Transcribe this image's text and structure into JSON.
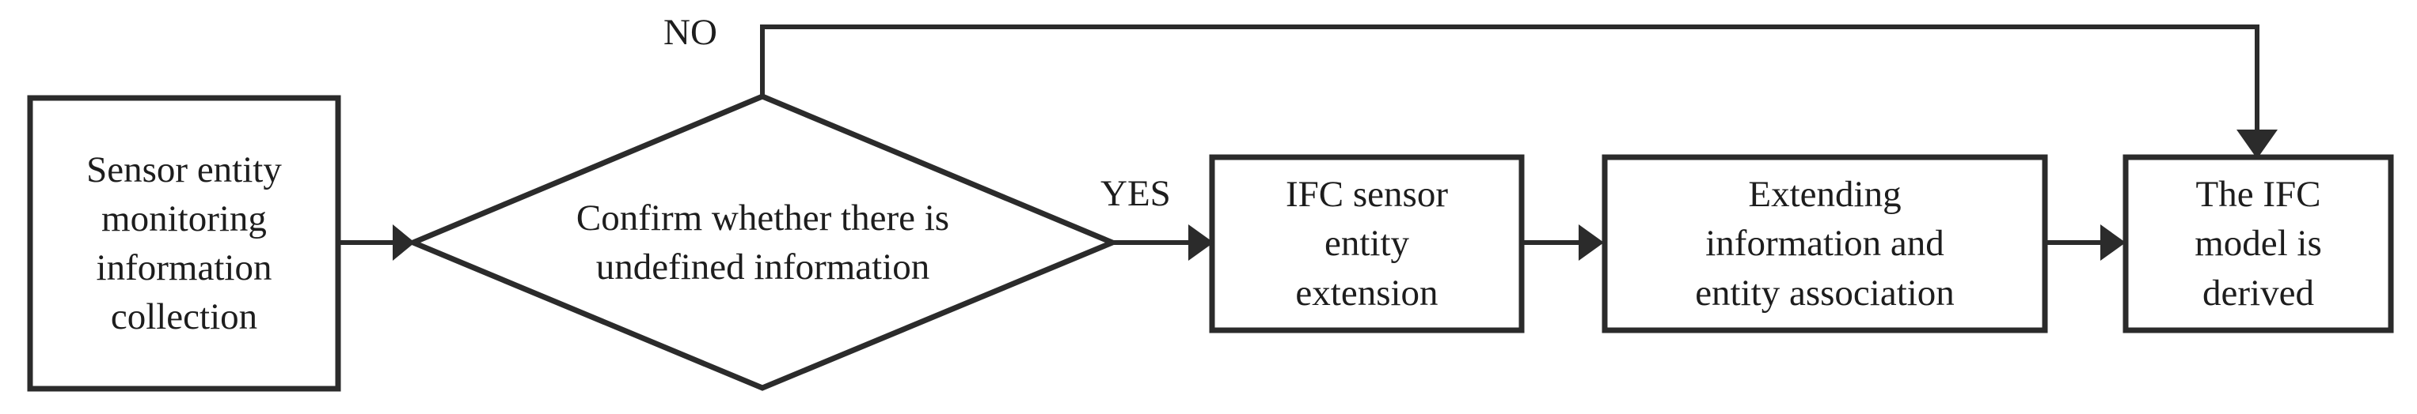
{
  "diagram": {
    "type": "flowchart",
    "orientation": "left-to-right",
    "background_color": "#ffffff",
    "stroke_color": "#2b2b2b",
    "text_color": "#1d1d1d",
    "nodes": [
      {
        "id": "n1",
        "shape": "rectangle",
        "lines": [
          "Sensor entity",
          "monitoring",
          "information",
          "collection"
        ],
        "text": "Sensor entity monitoring information collection"
      },
      {
        "id": "n2",
        "shape": "diamond",
        "lines": [
          "Confirm whether there is",
          "undefined information"
        ],
        "text": "Confirm whether there is undefined information"
      },
      {
        "id": "n3",
        "shape": "rectangle",
        "lines": [
          "IFC sensor",
          "entity",
          "extension"
        ],
        "text": "IFC sensor entity extension"
      },
      {
        "id": "n4",
        "shape": "rectangle",
        "lines": [
          "Extending",
          "information and",
          "entity association"
        ],
        "text": "Extending information and entity association"
      },
      {
        "id": "n5",
        "shape": "rectangle",
        "lines": [
          "The IFC",
          "model is",
          "derived"
        ],
        "text": "The IFC model is derived"
      }
    ],
    "edges": [
      {
        "id": "e1",
        "from": "n1",
        "to": "n2",
        "label": ""
      },
      {
        "id": "e2",
        "from": "n2",
        "to": "n3",
        "label": "YES"
      },
      {
        "id": "e3",
        "from": "n3",
        "to": "n4",
        "label": ""
      },
      {
        "id": "e4",
        "from": "n4",
        "to": "n5",
        "label": ""
      },
      {
        "id": "e5",
        "from": "n2",
        "to": "n5",
        "label": "NO"
      }
    ],
    "labels": {
      "no": "NO",
      "yes": "YES"
    }
  }
}
